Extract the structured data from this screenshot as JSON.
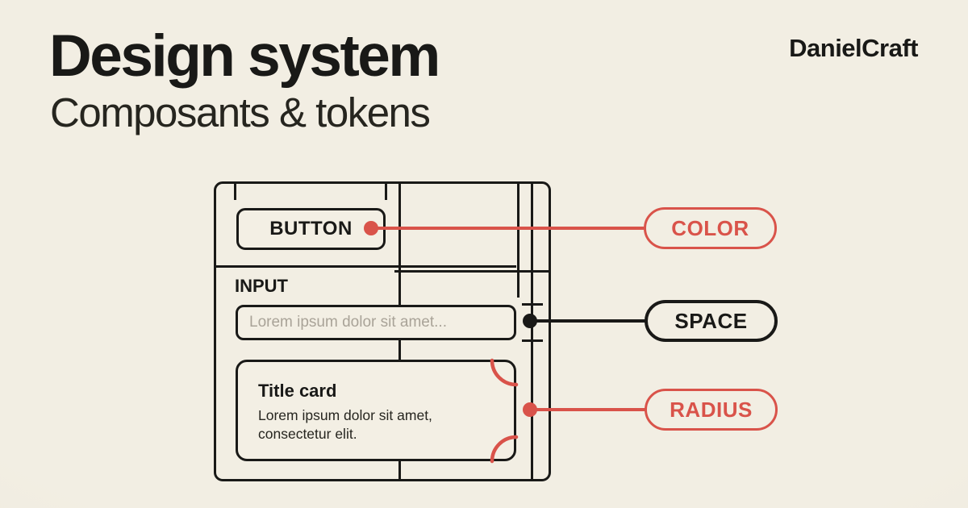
{
  "colors": {
    "background": "#f2eee3",
    "background_edge": "#e9e4d6",
    "surface": "#f3efe4",
    "ink": "#191917",
    "ink_soft": "#26251f",
    "accent_red": "#d9534a",
    "muted_text": "#a9a398"
  },
  "header": {
    "title": "Design system",
    "subtitle": "Composants & tokens",
    "brand": "DanielCraft"
  },
  "diagram": {
    "button_label": "BUTTON",
    "input_label": "INPUT",
    "input_placeholder": "Lorem ipsum dolor sit amet...",
    "card_title": "Title card",
    "card_body_line1": "Lorem ipsum dolor sit amet,",
    "card_body_line2": "consectetur elit."
  },
  "tokens": [
    {
      "label": "COLOR",
      "color": "#d9534a"
    },
    {
      "label": "SPACE",
      "color": "#191917"
    },
    {
      "label": "RADIUS",
      "color": "#d9534a"
    }
  ]
}
